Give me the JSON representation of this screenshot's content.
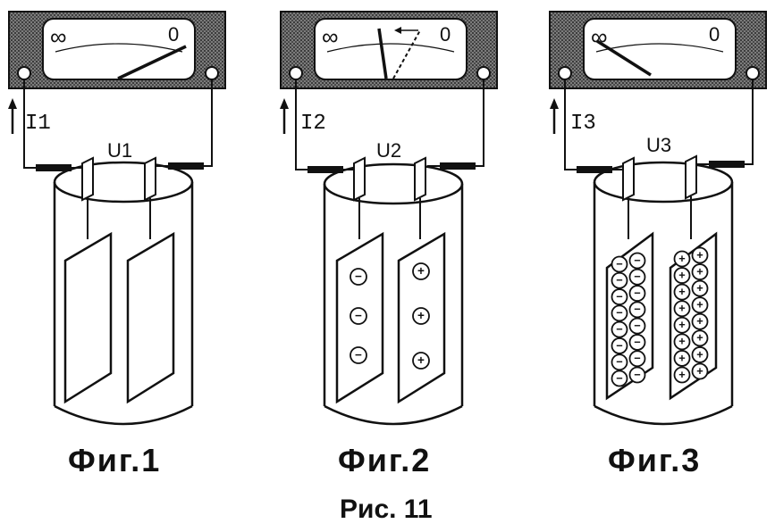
{
  "figures": [
    {
      "current_label": "I1",
      "voltage_label": "U1",
      "caption": "Фиг.1",
      "meter": {
        "infinity_symbol": "∞",
        "zero_symbol": "0",
        "needle_state": "rest",
        "deflection_arrow": false
      },
      "plates": {
        "charge_rows": 0,
        "charge_cols": 0
      }
    },
    {
      "current_label": "I2",
      "voltage_label": "U2",
      "caption": "Фиг.2",
      "meter": {
        "infinity_symbol": "∞",
        "zero_symbol": "0",
        "needle_state": "deflecting",
        "deflection_arrow": true
      },
      "plates": {
        "charge_rows": 3,
        "charge_cols": 1
      }
    },
    {
      "current_label": "I3",
      "voltage_label": "U3",
      "caption": "Фиг.3",
      "meter": {
        "infinity_symbol": "∞",
        "zero_symbol": "0",
        "needle_state": "full",
        "deflection_arrow": false
      },
      "plates": {
        "charge_rows": 8,
        "charge_cols": 2
      }
    }
  ],
  "caption": "Рис. 11",
  "charge_symbols": {
    "negative": "−",
    "positive": "+"
  }
}
